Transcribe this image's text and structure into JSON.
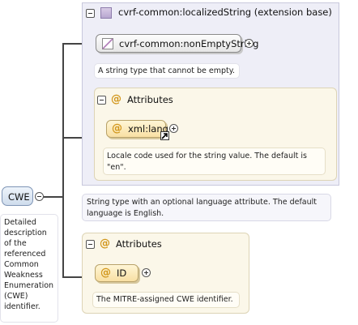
{
  "root_element": {
    "name": "CWE",
    "description": "Detailed description of the referenced Common Weakness Enumeration (CWE) identifier."
  },
  "extension": {
    "title": "cvrf-common:localizedString (extension base)",
    "base": {
      "name": "cvrf-common:nonEmptyString",
      "description": "A string type that cannot be empty."
    },
    "attributes": {
      "label": "Attributes",
      "items": [
        {
          "name": "xml:lang",
          "description": "Locale code used for the string value. The default is \"en\"."
        }
      ]
    },
    "description": "String type with an optional language attribute. The default language is English."
  },
  "attributes": {
    "label": "Attributes",
    "items": [
      {
        "name": "ID",
        "description": "The MITRE-assigned CWE identifier."
      }
    ]
  },
  "colors": {
    "extension_panel": "#eeeef7",
    "attribute_panel": "#fbf7e9",
    "attribute_box": "#f8dfa3",
    "element_box": "#cfdcec",
    "at_symbol": "#d2971d"
  }
}
